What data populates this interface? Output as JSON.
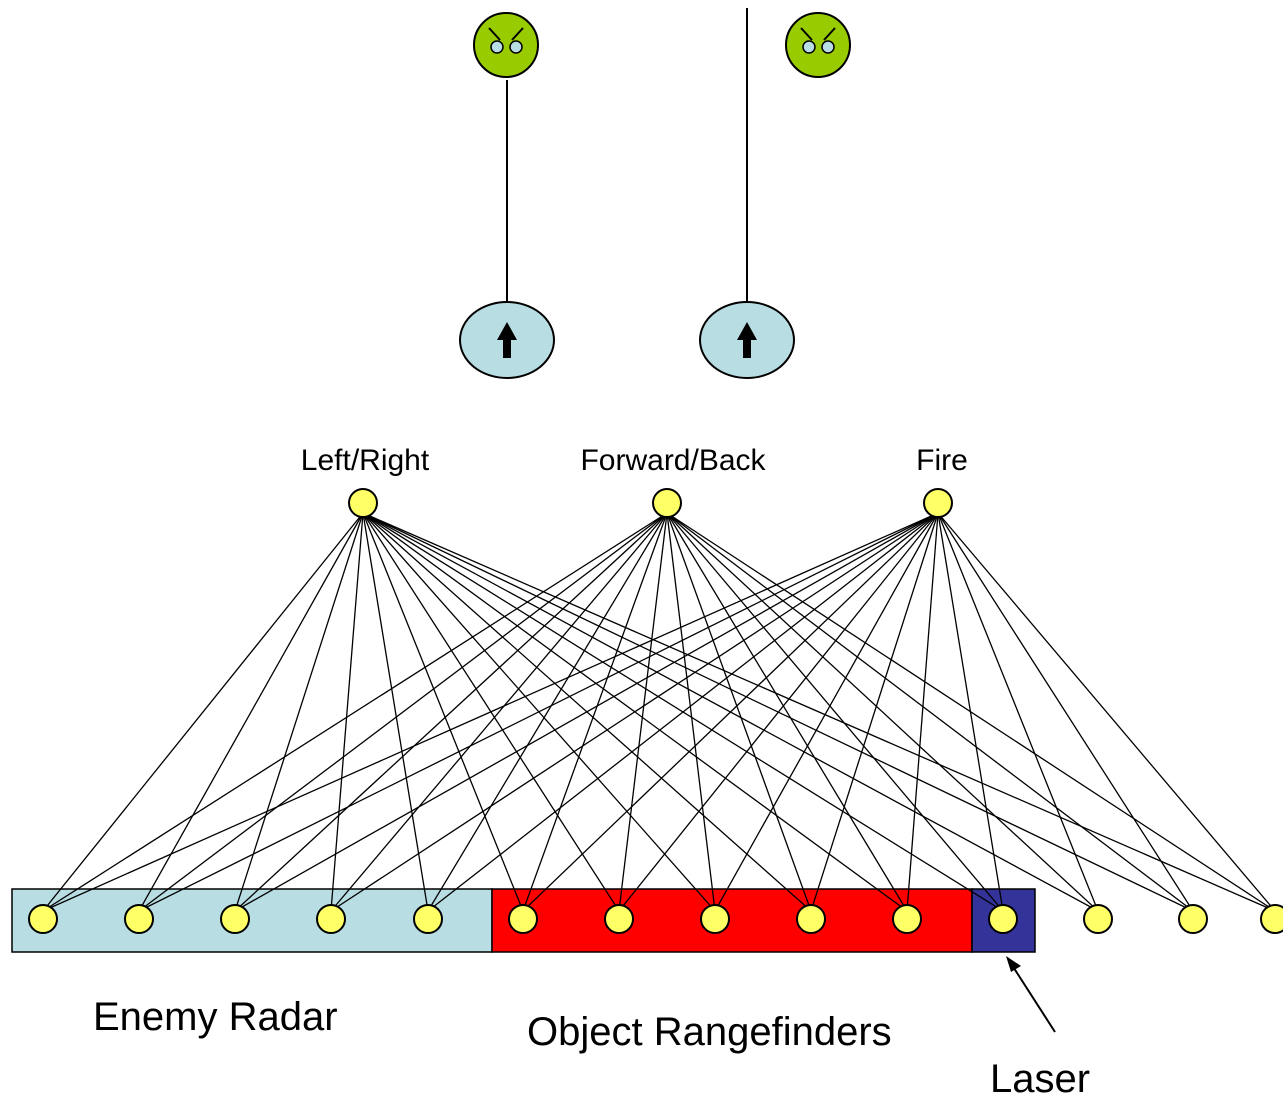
{
  "diagram": {
    "output_labels": [
      "Left/Right",
      "Forward/Back",
      "Fire"
    ],
    "group_labels": {
      "enemy_radar": "Enemy Radar",
      "object_rangefinders": "Object Rangefinders",
      "laser": "Laser"
    },
    "input_groups": [
      {
        "name": "Enemy Radar",
        "count": 5,
        "color": "#b8dde2"
      },
      {
        "name": "Object Rangefinders",
        "count": 5,
        "color": "#ff0000"
      },
      {
        "name": "Laser",
        "count": 1,
        "color": "#33339a"
      },
      {
        "name": "unlabeled",
        "count": 3,
        "color": "#ffffff"
      }
    ],
    "top_nodes": [
      {
        "type": "enemy-face-icon",
        "color": "#99cc00"
      },
      {
        "type": "enemy-face-icon",
        "color": "#99cc00"
      },
      {
        "type": "up-arrow-icon",
        "color": "#b8dde2"
      },
      {
        "type": "up-arrow-icon",
        "color": "#b8dde2"
      }
    ],
    "colors": {
      "node_fill": "#ffff66",
      "enemy_face": "#99cc00",
      "eye": "#b8dde2"
    }
  }
}
